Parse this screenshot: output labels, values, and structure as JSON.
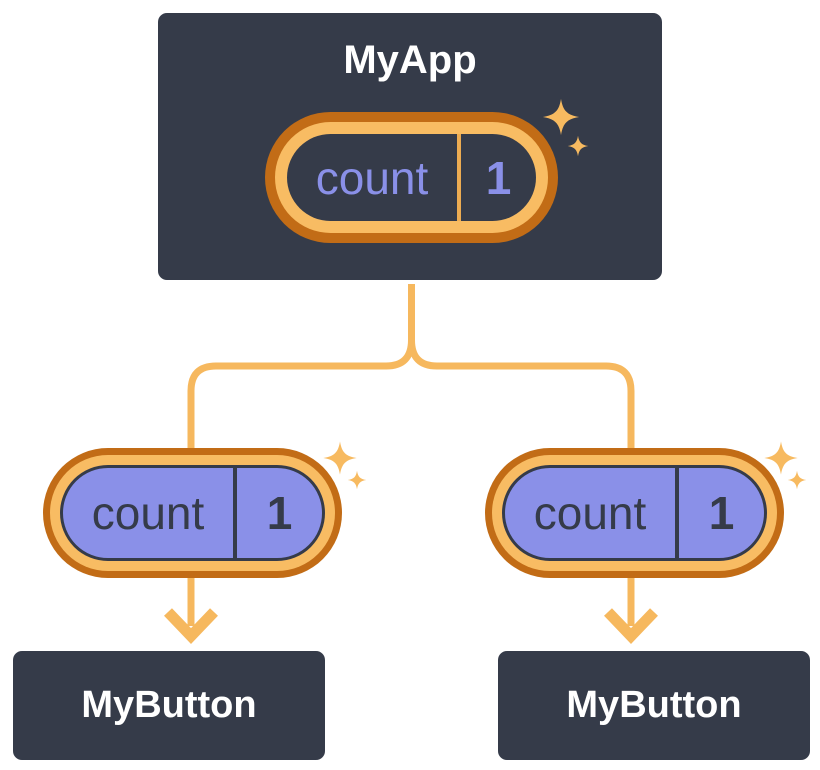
{
  "background": "#FFFFFF",
  "colors": {
    "node_fill": "#353B49",
    "node_border": "#FFFFFF",
    "node_text": "#FFFFFF",
    "ring_outer_orange": "#C26C16",
    "ring_inner_orange": "#F8BC63",
    "edge_orange": "#F6B85E",
    "divider_orange": "#EDAC52",
    "state_purple": "#8A90E8",
    "state_dark_text": "#353B49",
    "sparkle": "#F7BA60"
  },
  "diagram": {
    "parent": {
      "title": "MyApp",
      "state": {
        "name": "count",
        "value": "1"
      }
    },
    "children": [
      {
        "title": "MyButton",
        "state": {
          "name": "count",
          "value": "1"
        }
      },
      {
        "title": "MyButton",
        "state": {
          "name": "count",
          "value": "1"
        }
      }
    ]
  }
}
